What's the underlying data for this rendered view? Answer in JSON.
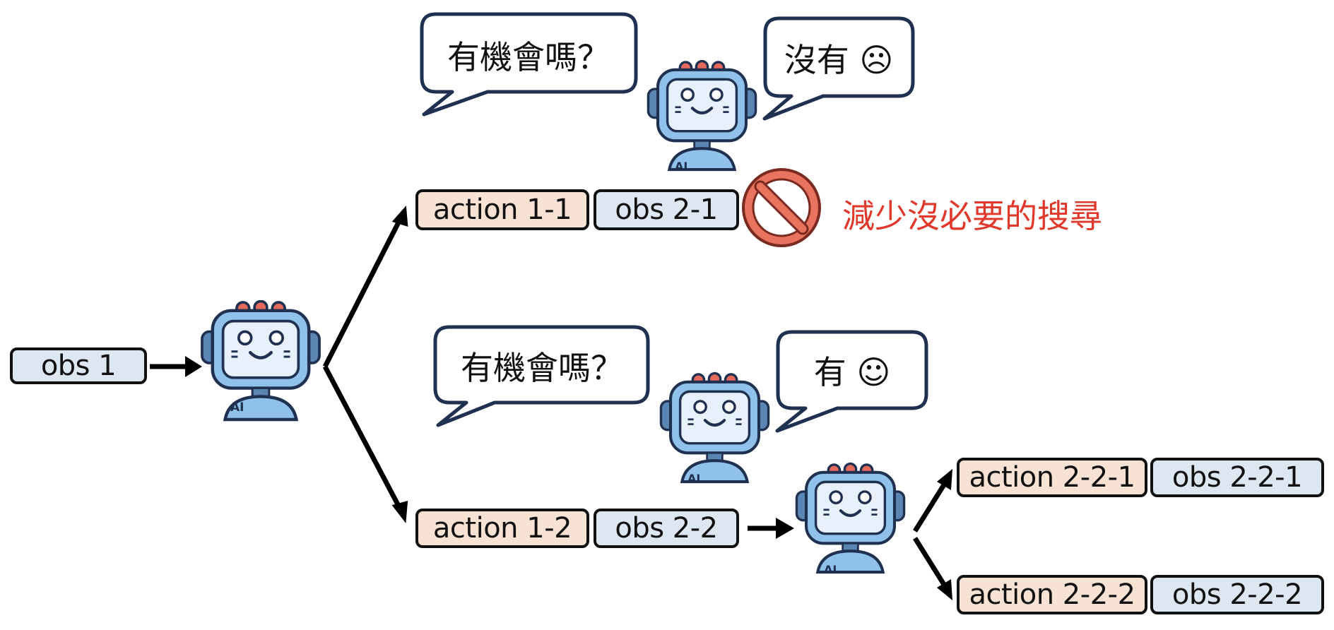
{
  "nodes": {
    "obs1": "obs 1",
    "action_1_1": "action 1-1",
    "obs_2_1": "obs 2-1",
    "action_1_2": "action 1-2",
    "obs_2_2": "obs 2-2",
    "action_2_2_1": "action 2-2-1",
    "obs_2_2_1": "obs 2-2-1",
    "action_2_2_2": "action 2-2-2",
    "obs_2_2_2": "obs 2-2-2"
  },
  "bubbles": {
    "top_question": "有機會嗎？",
    "top_answer": "沒有 ☹",
    "bottom_question": "有機會嗎？",
    "bottom_answer": "有 ☺"
  },
  "annotations": {
    "prune_text": "減少沒必要的搜尋"
  },
  "robot_badge": "AI",
  "colors": {
    "obs_fill": "#dde7f2",
    "action_fill": "#f7e2d4",
    "warning": "#e0382a",
    "robot_body": "#8fc1ea",
    "robot_dark": "#5b86b3"
  }
}
